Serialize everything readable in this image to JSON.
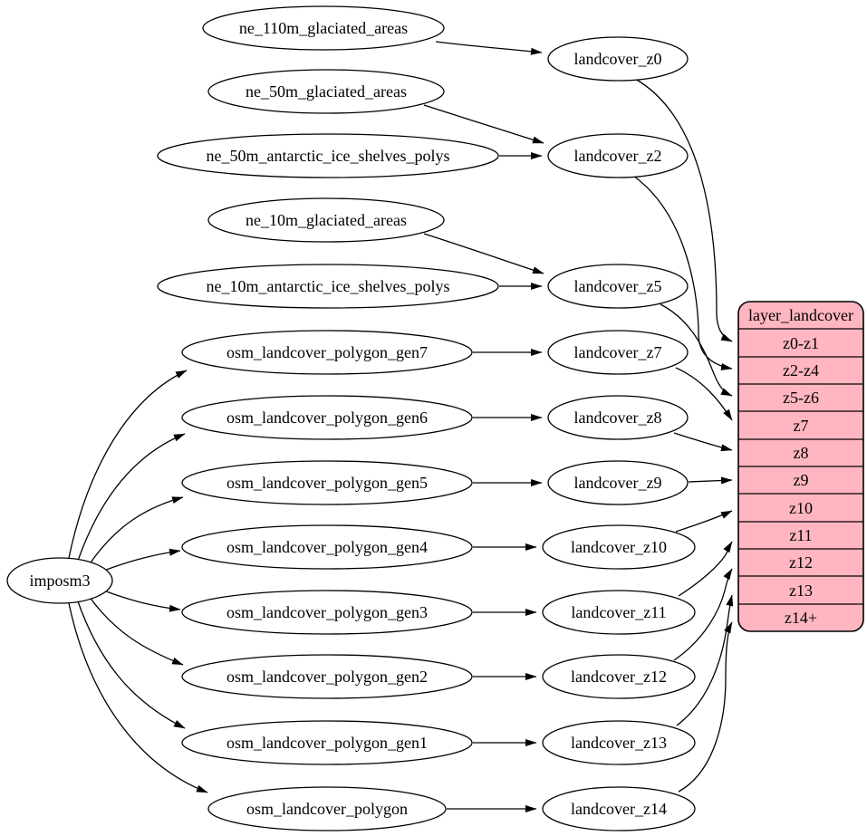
{
  "colors": {
    "background": "#ffffff",
    "node_fill": "#ffffff",
    "node_stroke": "#000000",
    "edge_stroke": "#000000",
    "table_fill": "#ffb6c1",
    "table_stroke": "#000000",
    "text": "#000000"
  },
  "nodes": {
    "imposm3": "imposm3",
    "ne_110m_glaciated_areas": "ne_110m_glaciated_areas",
    "ne_50m_glaciated_areas": "ne_50m_glaciated_areas",
    "ne_50m_antarctic_ice_shelves_polys": "ne_50m_antarctic_ice_shelves_polys",
    "ne_10m_glaciated_areas": "ne_10m_glaciated_areas",
    "ne_10m_antarctic_ice_shelves_polys": "ne_10m_antarctic_ice_shelves_polys",
    "osm_landcover_polygon_gen7": "osm_landcover_polygon_gen7",
    "osm_landcover_polygon_gen6": "osm_landcover_polygon_gen6",
    "osm_landcover_polygon_gen5": "osm_landcover_polygon_gen5",
    "osm_landcover_polygon_gen4": "osm_landcover_polygon_gen4",
    "osm_landcover_polygon_gen3": "osm_landcover_polygon_gen3",
    "osm_landcover_polygon_gen2": "osm_landcover_polygon_gen2",
    "osm_landcover_polygon_gen1": "osm_landcover_polygon_gen1",
    "osm_landcover_polygon": "osm_landcover_polygon",
    "landcover_z0": "landcover_z0",
    "landcover_z2": "landcover_z2",
    "landcover_z5": "landcover_z5",
    "landcover_z7": "landcover_z7",
    "landcover_z8": "landcover_z8",
    "landcover_z9": "landcover_z9",
    "landcover_z10": "landcover_z10",
    "landcover_z11": "landcover_z11",
    "landcover_z12": "landcover_z12",
    "landcover_z13": "landcover_z13",
    "landcover_z14": "landcover_z14"
  },
  "table": {
    "title": "layer_landcover",
    "rows": [
      "z0-z1",
      "z2-z4",
      "z5-z6",
      "z7",
      "z8",
      "z9",
      "z10",
      "z11",
      "z12",
      "z13",
      "z14+"
    ]
  }
}
